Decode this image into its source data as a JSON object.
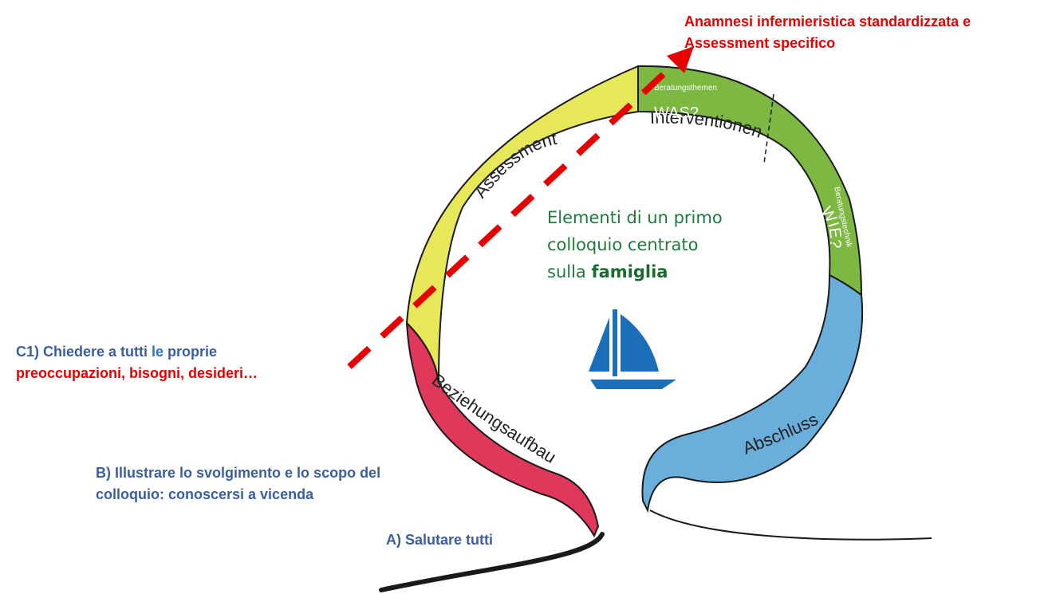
{
  "top_note": {
    "line1": "Anamnesi infermieristica standardizzata e",
    "line2": "Assessment specifico"
  },
  "center": {
    "line1": "Elementi di un primo",
    "line2": "colloquio centrato",
    "line3_pre": "sulla ",
    "line3_bold": "famiglia"
  },
  "steps": {
    "c1_line1_a": "C1) Chiedere a tutti ",
    "c1_line1_b": "le",
    "c1_line1_c": " proprie",
    "c1_line2": "preoccupazioni, bisogni, desideri…",
    "b_line1_a": "B) Illustrare lo svolgimento",
    "b_line1_b": " e lo scopo del",
    "b_line2": "colloquio: conoscersi a vicenda",
    "a": "A) Salutare tutti"
  },
  "ribbon": {
    "assessment": "Assessment",
    "interventionen": "Interventionen",
    "was": "WAS?",
    "wie": "WIE?",
    "beratungsthemen": "Beratungsthemen",
    "beratungstechnik": "Beratungstechnik",
    "beziehungsaufbau": "Beziehungsaufbau",
    "abschluss": "Abschluss"
  },
  "colors": {
    "yellow": "#e6e85a",
    "green": "#7cb842",
    "red_ribbon": "#e0385a",
    "blue_ribbon": "#6aaedc",
    "arrow": "#e60000",
    "boat": "#1a6fb8"
  },
  "icons": {
    "boat": "sailboat-icon"
  }
}
